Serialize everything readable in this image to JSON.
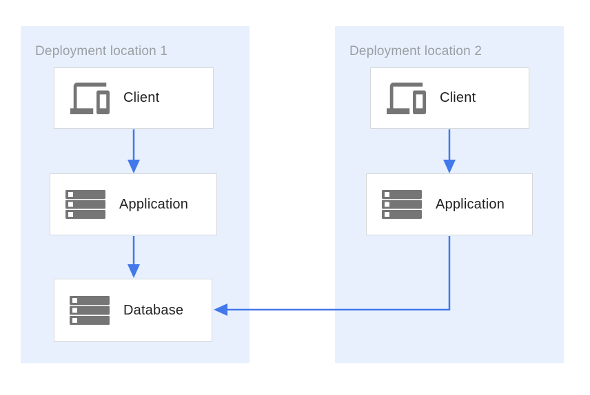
{
  "diagram": {
    "panels": [
      {
        "title": "Deployment location 1",
        "nodes": [
          {
            "label": "Client",
            "icon": "devices-icon"
          },
          {
            "label": "Application",
            "icon": "server-stack-icon"
          },
          {
            "label": "Database",
            "icon": "server-stack-icon"
          }
        ]
      },
      {
        "title": "Deployment location 2",
        "nodes": [
          {
            "label": "Client",
            "icon": "devices-icon"
          },
          {
            "label": "Application",
            "icon": "server-stack-icon"
          }
        ]
      }
    ],
    "edges": [
      {
        "from": "location1-client",
        "to": "location1-application",
        "style": "straight-down"
      },
      {
        "from": "location1-application",
        "to": "location1-database",
        "style": "straight-down"
      },
      {
        "from": "location2-client",
        "to": "location2-application",
        "style": "straight-down"
      },
      {
        "from": "location2-application",
        "to": "location1-database",
        "style": "elbow-down-left"
      }
    ],
    "colors": {
      "panel_background": "#e8f0fe",
      "arrow_blue": "#4378ea",
      "icon_gray": "#757575",
      "node_border": "#d5d7d8",
      "panel_title_text": "#9b9fa3",
      "node_label_text": "#212121"
    }
  }
}
